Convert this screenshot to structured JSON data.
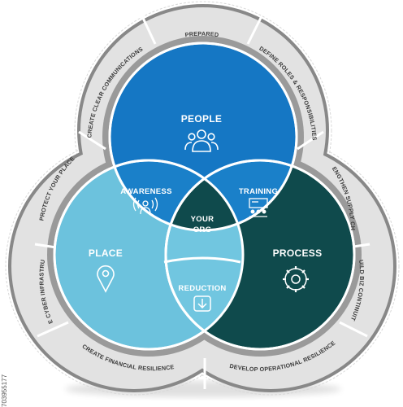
{
  "center": {
    "line1": "YOUR",
    "line2": "ORG"
  },
  "circles": {
    "people": {
      "label": "PEOPLE",
      "icon": "people-icon",
      "color": "#1577c4"
    },
    "place": {
      "label": "PLACE",
      "icon": "location-pin-icon",
      "color": "#6cc2dd"
    },
    "process": {
      "label": "PROCESS",
      "icon": "gear-icon",
      "color": "#0f4a4c"
    }
  },
  "overlaps": {
    "awareness": {
      "label": "AWARENESS",
      "icon": "broadcast-person-icon",
      "color": "#1577c4"
    },
    "training": {
      "label": "TRAINING",
      "icon": "presentation-icon",
      "color": "#1577c4"
    },
    "reduction": {
      "label": "REDUCTION",
      "icon": "down-arrow-icon",
      "color": "#6cc2dd"
    },
    "center_color": "#0f4a4c"
  },
  "ring_segments": {
    "prepared": "PREPARED",
    "define_roles": "DEFINE ROLES & RESPONSIBILITIES",
    "strengthen_supply": "STRENGTHEN SUPPLY CHAIN",
    "build_biz": "BUILD BIZ CONTINUITY",
    "develop_operational": "DEVELOP OPERATIONAL RESILIENCE",
    "create_financial": "CREATE FINANCIAL RESILIENCE",
    "secure_cyber": "SECURE CYBER INFRASTRUCTURE",
    "protect_place": "PROTECT YOUR PLACE",
    "create_clear": "CREATE CLEAR COMMUNICATIONS"
  },
  "stock_id": "703955177",
  "colors": {
    "ring_gray": "#858585",
    "ring_light": "#e3e3e3",
    "separator": "#ffffff"
  }
}
